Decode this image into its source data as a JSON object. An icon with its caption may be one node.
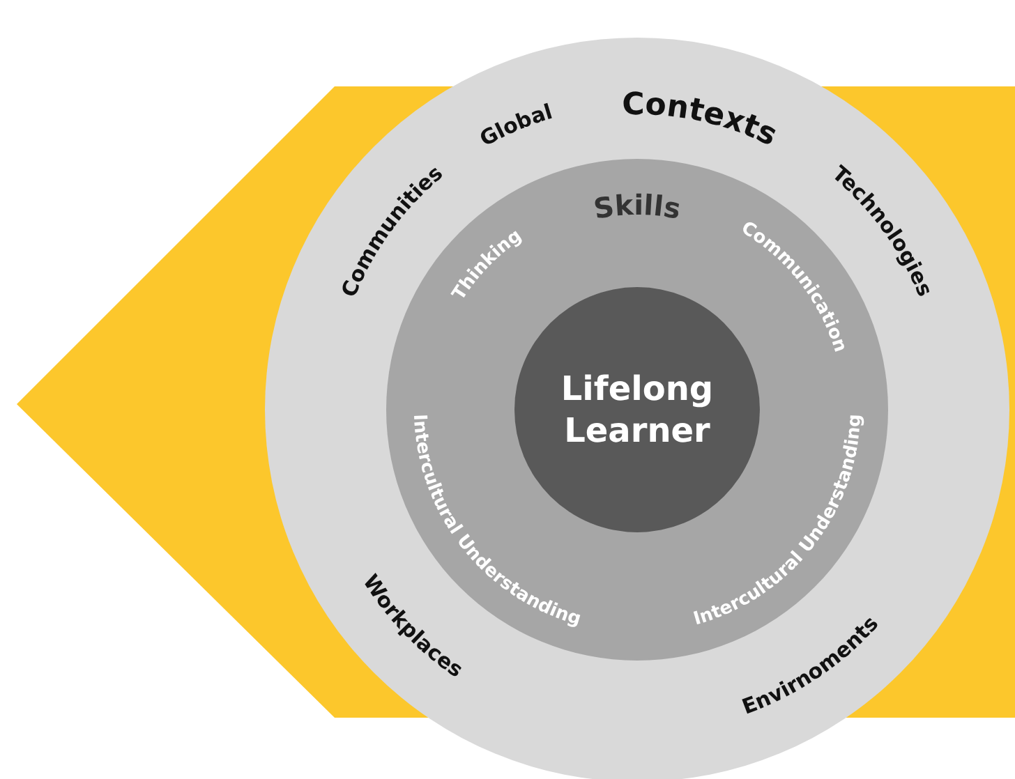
{
  "diagram": {
    "nodes": [
      {
        "text": [
          "Global",
          "Contexts",
          "Communities",
          "Technologies",
          "Workplaces",
          "Envirnoments"
        ]
      },
      {
        "text": [
          "Skills",
          "Thinking",
          "Communication",
          "Intercultural Understanding",
          "Intercultural Understanding"
        ],
        "in": 0
      },
      {
        "text": [
          "Lifelong Learner"
        ],
        "in": 1
      }
    ]
  }
}
